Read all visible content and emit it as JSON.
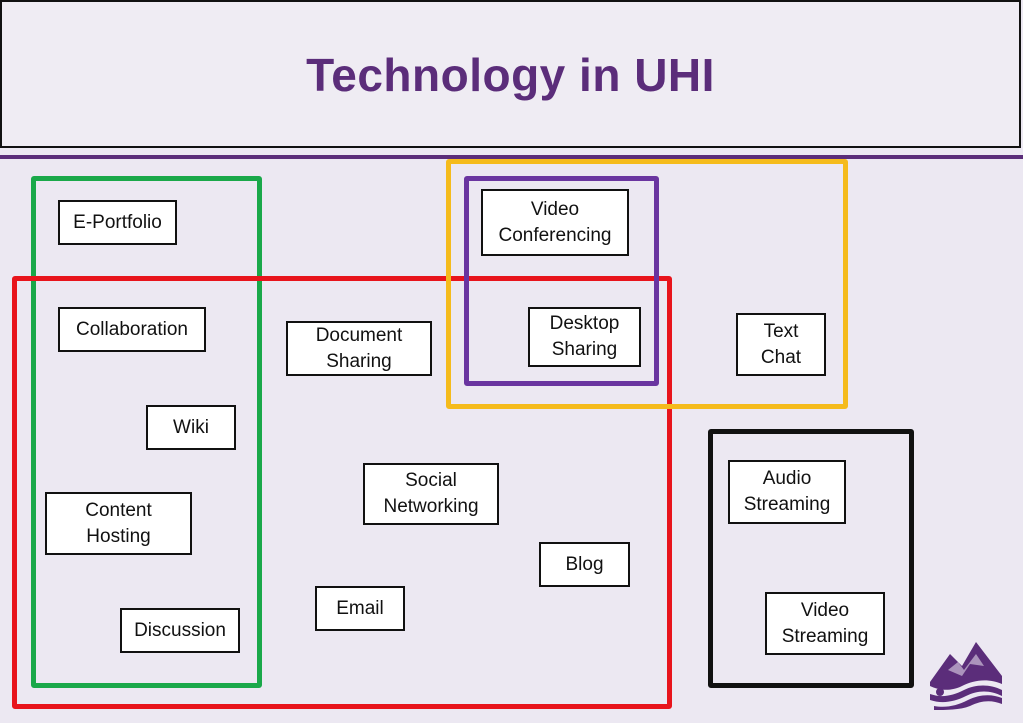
{
  "title": "Technology in UHI",
  "colors": {
    "title": "#5b2d7a",
    "rule": "#5b2d7a",
    "group_green": "#1aa84a",
    "group_red": "#e8141c",
    "group_yellow": "#f5bb1c",
    "group_purple": "#6a35a0",
    "group_black": "#111111"
  },
  "nodes": {
    "e_portfolio": "E-Portfolio",
    "collaboration": "Collaboration",
    "wiki": "Wiki",
    "content_hosting": "Content\nHosting",
    "discussion": "Discussion",
    "document_sharing": "Document\nSharing",
    "social_networking": "Social\nNetworking",
    "email": "Email",
    "blog": "Blog",
    "video_conferencing": "Video\nConferencing",
    "desktop_sharing": "Desktop\nSharing",
    "text_chat": "Text\nChat",
    "audio_streaming": "Audio\nStreaming",
    "video_streaming": "Video\nStreaming"
  },
  "logo": {
    "icon": "uhi-mountain-waves-logo"
  }
}
